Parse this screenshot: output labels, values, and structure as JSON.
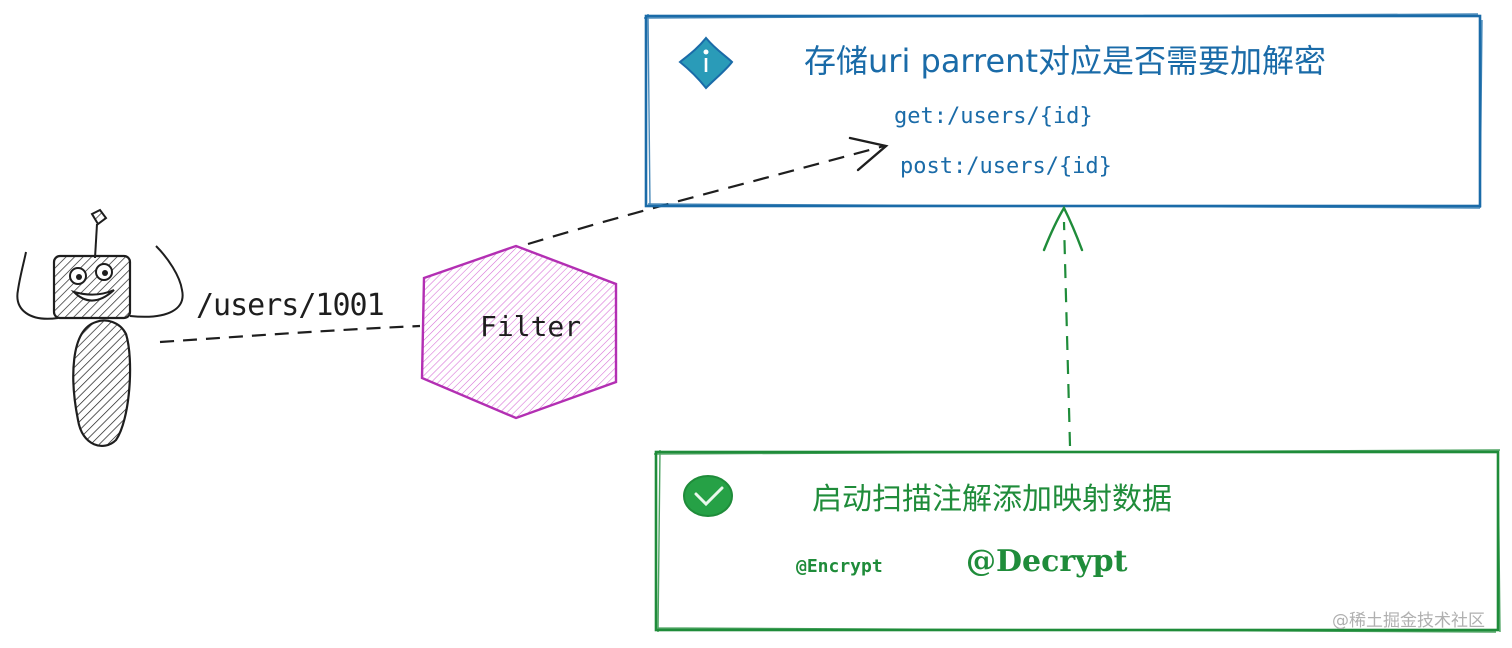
{
  "request": {
    "path_label": "/users/1001"
  },
  "filter": {
    "label": "Filter"
  },
  "storage_box": {
    "title": "存储uri parrent对应是否需要加解密",
    "items": [
      "get:/users/{id}",
      "post:/users/{id}"
    ],
    "icon": "info-icon",
    "color": "#1a6ba8"
  },
  "startup_box": {
    "title": "启动扫描注解添加映射数据",
    "annotations": [
      "@Encrypt",
      "@Decrypt"
    ],
    "icon": "check-icon",
    "color": "#1f8c3a"
  },
  "filter_color": "#b32fb3",
  "watermark": "@稀土掘金技术社区"
}
